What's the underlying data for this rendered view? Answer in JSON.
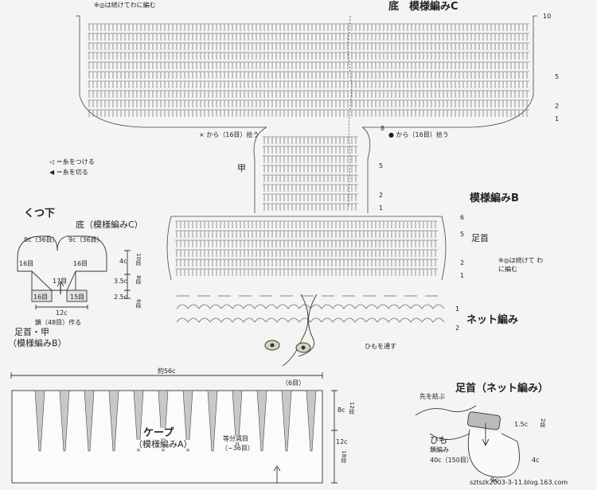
{
  "top": {
    "note_ring": "※◎は続けてわに編む",
    "sole_title": "底　模様編みC",
    "rows": {
      "r10": "10",
      "r5": "5",
      "r2": "2",
      "r1": "1"
    },
    "pickup_left": "× から（16目）拾う",
    "pickup_right": "● から（16目）拾う",
    "row8": "8",
    "instep": "甲",
    "instep_rows": {
      "r5": "5",
      "r2": "2",
      "r1": "1"
    }
  },
  "legend": {
    "attach": "◁ ＝糸をつける",
    "cut": "◀ ＝糸を切る"
  },
  "cuff": {
    "title": "模様編みB",
    "label": "足首",
    "rows": {
      "r6": "6",
      "r5": "5",
      "r2": "2",
      "r1": "1"
    },
    "note": "※◎は続けて わに編む"
  },
  "net": {
    "title": "ネット編み",
    "rows": {
      "r1": "1",
      "r2": "2"
    },
    "cord_note": "ひもを通す"
  },
  "sock": {
    "title": "くつ下",
    "sole": "底（模様編みC）",
    "w_left": "9c（36目）",
    "w_right": "9c（36目）",
    "st16a": "16目",
    "st16b": "16目",
    "st17": "17目",
    "st16c": "16目",
    "st15": "15目",
    "h1": "4c",
    "h1s": "10段",
    "h2": "3.5c",
    "h2s": "8段",
    "h3": "2.5c",
    "h3s": "6段",
    "width": "12c",
    "width_note": "鎖（48目）作る",
    "part": "足首・甲",
    "part_pattern": "（模様編みB）"
  },
  "cape": {
    "width": "約56c",
    "top_st": "（6目）",
    "title": "ケープ",
    "pattern": "（模様編みA）",
    "dec": "等分減目",
    "dec_n": "（−36目）",
    "h1": "8c",
    "h1s": "12段",
    "h2": "12c",
    "h2s": "18段"
  },
  "ankle": {
    "title": "足首（ネット編み）",
    "tie": "先を結ぶ",
    "h": "1.5c",
    "hs": "2段",
    "cord": "ひも",
    "cord2": "鎖編み",
    "cord3": "40c（150目）",
    "h2": "4c",
    "h3": "9c"
  },
  "watermark": "sztszk2003-3-11.blog.163.com"
}
